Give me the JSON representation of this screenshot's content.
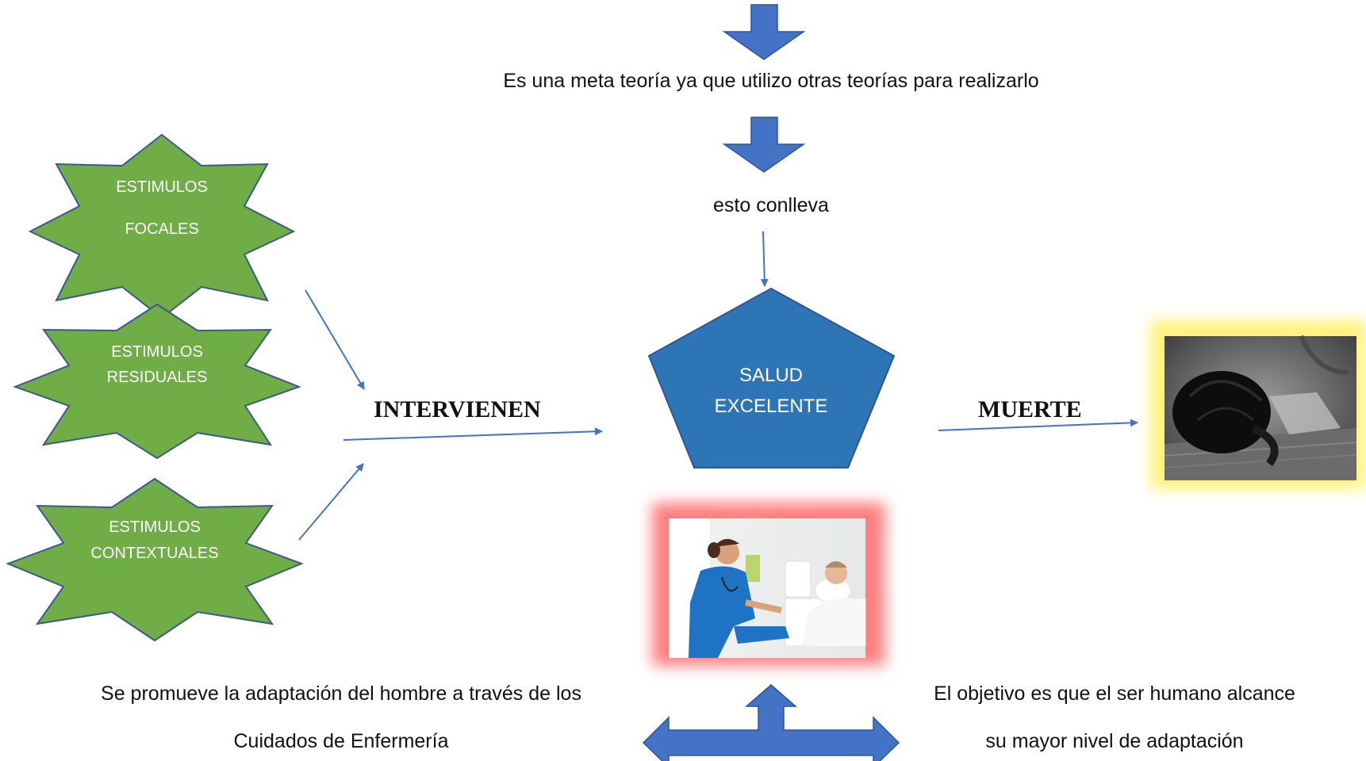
{
  "top_text": "Es una meta teoría ya que utilizo otras teorías para realizarlo",
  "middle_text": "esto conlleva",
  "stars": [
    {
      "line1": "ESTIMULOS",
      "line2": "FOCALES"
    },
    {
      "line1": "ESTIMULOS",
      "line2": "RESIDUALES"
    },
    {
      "line1": "ESTIMULOS",
      "line2": "CONTEXTUALES"
    }
  ],
  "center": {
    "line1": "SALUD",
    "line2": "EXCELENTE"
  },
  "intervienen": "INTERVIENEN",
  "muerte": "MUERTE",
  "bottom_left": {
    "line1": "Se promueve la adaptación del hombre a través de los",
    "line2": "Cuidados de Enfermería"
  },
  "bottom_right": {
    "line1": "El objetivo es que el ser humano alcance",
    "line2": "su mayor nivel de adaptación"
  },
  "colors": {
    "star_fill": "#70AD47",
    "star_stroke": "#3B5A8A",
    "pentagon": "#2E75B6",
    "arrow": "#4472C4",
    "glow_red": "#FF7F7F",
    "glow_yellow": "#FFF27A"
  }
}
